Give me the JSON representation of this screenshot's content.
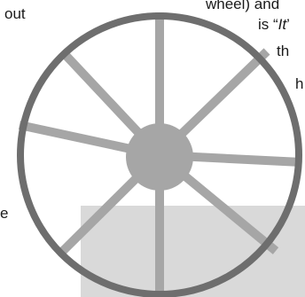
{
  "text_fragments": {
    "top_left": "out",
    "top_right_line1": "wheel) and",
    "top_right_line2_prefix": "is “",
    "top_right_line2_italic": "It",
    "top_right_line2_suffix": "’",
    "top_right_line3": "th",
    "top_right_line4": "h",
    "left_mid": "e"
  },
  "colors": {
    "rim": "#6e6e6e",
    "spoke": "#a6a6a6",
    "hub": "#a6a6a6",
    "panel": "#d9d9d9",
    "text": "#1a1a1a"
  }
}
